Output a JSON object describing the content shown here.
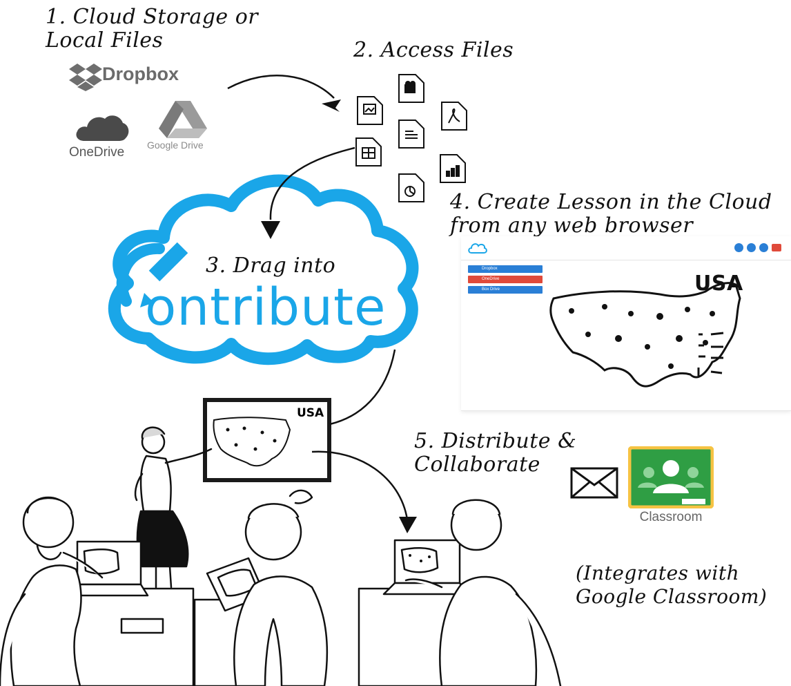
{
  "steps": {
    "step1_line1": "1. Cloud Storage or",
    "step1_line2": "Local Files",
    "step2": "2. Access Files",
    "step3": "3. Drag into",
    "step4_line1": "4. Create Lesson in the Cloud",
    "step4_line2": "from any web browser",
    "step5_line1": "5. Distribute &",
    "step5_line2": "Collaborate"
  },
  "providers": {
    "dropbox": "Dropbox",
    "onedrive": "OneDrive",
    "google_drive": "Google Drive"
  },
  "logo": {
    "text": "ontribute",
    "color": "#1aa6e8"
  },
  "browser_mock": {
    "menu": [
      "Dropbox",
      "OneDrive",
      "Box Drive"
    ],
    "board_title": "USA"
  },
  "whiteboard_title": "USA",
  "classroom_label": "Classroom",
  "integration_note_line1": "(Integrates with",
  "integration_note_line2": "Google Classroom)",
  "colors": {
    "brand_blue": "#1aa6e8",
    "classroom_green": "#2f9e44",
    "classroom_yellow": "#f6c343",
    "menu_blue": "#2a7fd6",
    "menu_red": "#e04a3a"
  }
}
